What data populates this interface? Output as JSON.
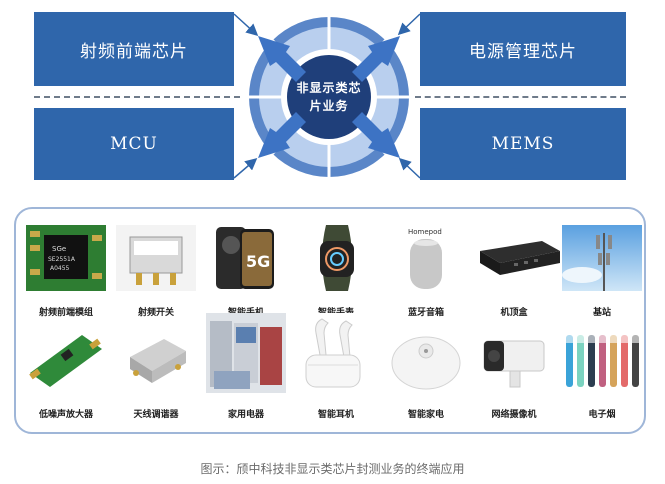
{
  "diagram": {
    "boxes": {
      "top_left": "射频前端芯片",
      "top_right": "电源管理芯片",
      "bottom_left": "MCU",
      "bottom_right": "MEMS"
    },
    "center": {
      "line1": "非显示类芯",
      "line2": "片业务"
    },
    "colors": {
      "box_blue": "#2f66ab",
      "ring_light": "#a9c3e6",
      "center_dark": "#1f3f7a",
      "arrow_blue": "#3d73c4"
    }
  },
  "products": {
    "row1": [
      {
        "label": "射频前端模组",
        "icon": "rf-module-icon"
      },
      {
        "label": "射频开关",
        "icon": "rf-switch-icon"
      },
      {
        "label": "智能手机",
        "icon": "smartphone-icon"
      },
      {
        "label": "智能手表",
        "icon": "smartwatch-icon"
      },
      {
        "label": "蓝牙音箱",
        "icon": "speaker-icon"
      },
      {
        "label": "机顶盒",
        "icon": "settop-box-icon"
      },
      {
        "label": "基站",
        "icon": "base-station-icon"
      }
    ],
    "row2": [
      {
        "label": "低噪声放大器",
        "icon": "lna-board-icon"
      },
      {
        "label": "天线调谐器",
        "icon": "antenna-tuner-icon"
      },
      {
        "label": "家用电器",
        "icon": "appliances-icon"
      },
      {
        "label": "智能耳机",
        "icon": "earbuds-icon"
      },
      {
        "label": "智能家电",
        "icon": "robot-vacuum-icon"
      },
      {
        "label": "网络摄像机",
        "icon": "ip-camera-icon"
      },
      {
        "label": "电子烟",
        "icon": "e-cigarette-icon"
      }
    ],
    "photo_text": {
      "chip_brand": "SGe",
      "chip_model": "SE2551A",
      "chip_code": "A0455",
      "phone_badge": "5G",
      "speaker_brand": "Homepod"
    }
  },
  "caption": "图示：颀中科技非显示类芯片封测业务的终端应用"
}
